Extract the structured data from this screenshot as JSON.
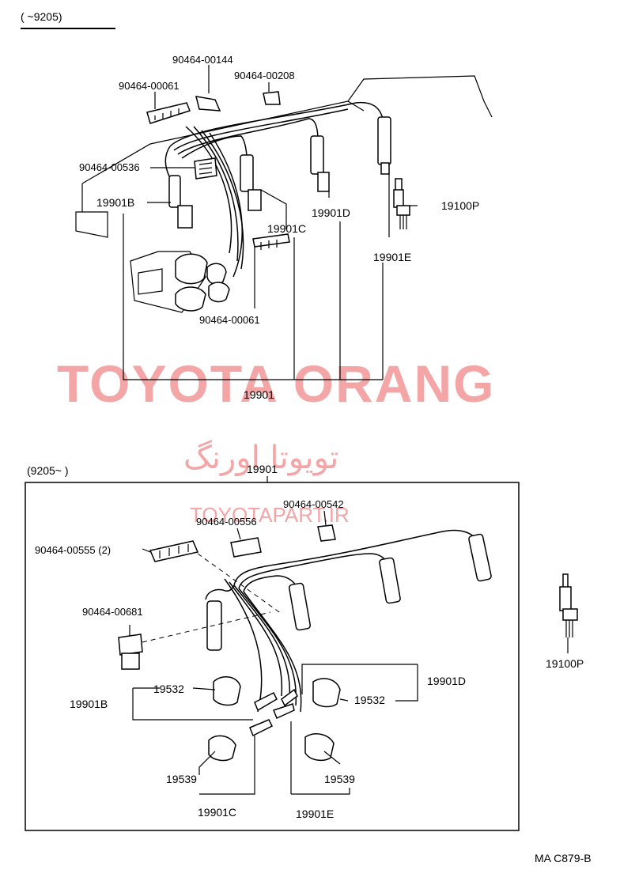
{
  "top_section": {
    "range_label": "(       ~9205)",
    "callouts": {
      "p144": "90464-00144",
      "p061a": "90464-00061",
      "p208": "90464-00208",
      "p536": "90464-00536",
      "b": "19901B",
      "c": "19901C",
      "d": "19901D",
      "e": "19901E",
      "plug": "19100P",
      "p061b": "90464-00061",
      "set": "19901"
    }
  },
  "watermark": {
    "brand": "TOYOTA ORANG",
    "brand_fa": "تویوتا اورنگ",
    "url": "TOYOTAPART.IR"
  },
  "bottom_section": {
    "range_label": "(9205~        )",
    "set_label": "19901",
    "callouts": {
      "p542": "90464-00542",
      "p556": "90464-00556",
      "p555": "90464-00555 (2)",
      "p681": "90464-00681",
      "b": "19901B",
      "boot1": "19532",
      "boot2": "19532",
      "d": "19901D",
      "cap1": "19539",
      "cap2": "19539",
      "c": "19901C",
      "e": "19901E",
      "plug": "19100P"
    }
  },
  "footer": {
    "code": "MA C879-B"
  }
}
